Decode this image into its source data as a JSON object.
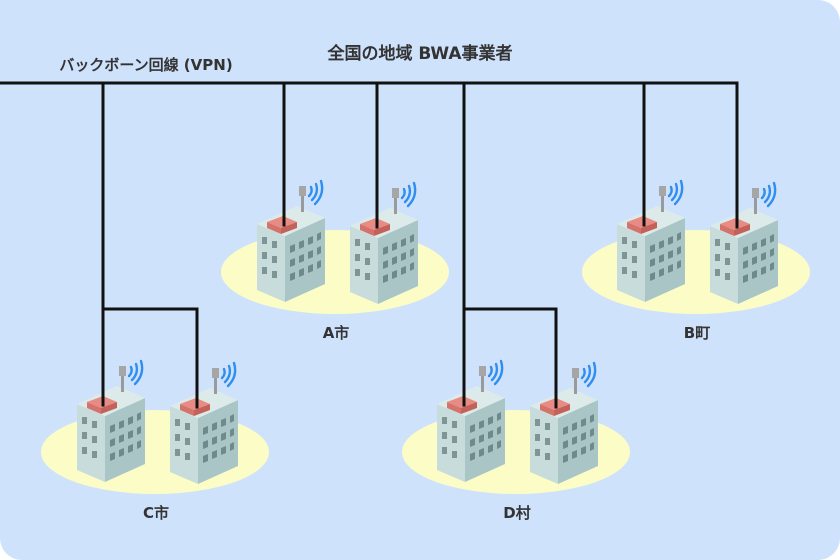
{
  "title": "全国の地域 BWA事業者",
  "backbone_label": "バックボーン回線 (VPN)",
  "colors": {
    "background": "#cfe2fc",
    "area_fill": "#fcfcc6",
    "line": "#111111",
    "router_top": "#e88b84",
    "router_side": "#cf6b63",
    "building_front": "#c8dcdc",
    "building_side": "#a9c5c5",
    "building_roof": "#dcebea",
    "window": "#7d9595",
    "antenna": "#9a9a9a",
    "signal": "#2f8ef0",
    "label_text": "#333333"
  },
  "areas": [
    {
      "name": "A市",
      "buildings": 2
    },
    {
      "name": "B町",
      "buildings": 2
    },
    {
      "name": "C市",
      "buildings": 2
    },
    {
      "name": "D村",
      "buildings": 2
    }
  ]
}
